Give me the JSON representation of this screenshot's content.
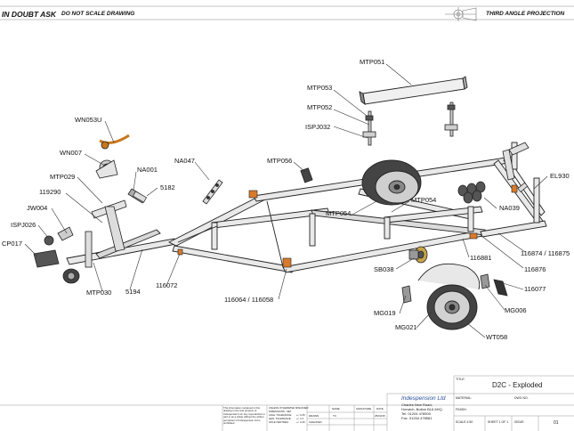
{
  "header": {
    "left_warning": "IN DOUBT ASK",
    "no_scale": "DO NOT SCALE DRAWING",
    "projection": "THIRD ANGLE PROJECTION"
  },
  "labels": {
    "mtp051": "MTP051",
    "mtp053": "MTP053",
    "mtp052": "MTP052",
    "ispj032": "ISPJ032",
    "wn053u": "WN053U",
    "wn007": "WN007",
    "na001": "NA001",
    "mtp029": "MTP029",
    "s182": "5182",
    "na047": "NA047",
    "mtp056": "MTP056",
    "el930": "EL930",
    "l119290": "119290",
    "jw004": "JW004",
    "ispj026": "ISPJ026",
    "cp017": "CP017",
    "mtp054a": "MTP054",
    "mtp054b": "MTP054",
    "na039": "NA039",
    "l116874": "116874 / 116875",
    "l116881": "116881",
    "l116876": "116876",
    "sb038": "SB038",
    "l116077": "116077",
    "mtp030": "MTP030",
    "l5194": "5194",
    "l116072": "116072",
    "l116064": "116064 / 116058",
    "mg019": "MG019",
    "mg006": "MG006",
    "mg021": "MG021",
    "wt058": "WT058"
  },
  "title_block": {
    "title": "D2C - Exploded",
    "title_caption": "TITLE:",
    "company": "Indespension Ltd",
    "address1": "Charles New Road,",
    "address2": "Horwich, Bolton BL6 6HQ.",
    "tel": "Tel. 01204 478500",
    "fax": "Fax. 01204 478581",
    "material_caption": "MATERIAL:",
    "dwg_no_caption": "DWG NO.",
    "finish_caption": "FINISH:",
    "scale": "SCALE:1:50",
    "sheet": "SHEET 1 OF 1",
    "issue_caption": "ISSUE:",
    "issue": "01",
    "notes": "This information contained in this drawing is the sole property of Indespension Ltd. Any reproduction in part or as a whole without the written permission of Indespension Ltd is prohibited.",
    "tolerances": [
      "UNLESS OTHERWISE SPECIFIED:",
      "DIMENSIONS - MM",
      "ANGL TOLERANCE:",
      "GEN. TOLERANCE:",
      "HOLE CENTRES:"
    ],
    "tol_values": [
      "+/- 0.25",
      "+/- 1.0",
      "+/- 0.25"
    ],
    "name_caption": "NAME",
    "signature_caption": "SIGNATURE",
    "date_caption": "DATE",
    "drawn_caption": "DRAWN",
    "checked_caption": "CHECKED",
    "drawn_by": "TC",
    "drawn_date": "25/03/15"
  }
}
